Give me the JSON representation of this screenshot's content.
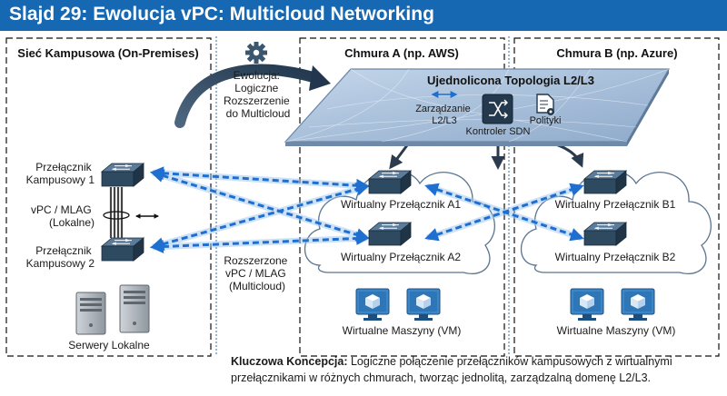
{
  "title": "Slajd 29: Ewolucja vPC: Multicloud Networking",
  "colors": {
    "title_bar": "#1668b3",
    "link_blue": "#1f6fd1",
    "switch_fill": "#2e4a61",
    "vm_blue": "#3a86c8",
    "cloud_stroke": "#5b7590",
    "plane_fill": "#9fb9d6"
  },
  "sections": {
    "campus": "Sieć Kampusowa (On-Premises)",
    "cloud_a": "Chmura A (np. AWS)",
    "cloud_b": "Chmura B (np. Azure)"
  },
  "evolution": {
    "icon": "gear-icon",
    "lines": [
      "Ewolucja:",
      "Logiczne",
      "Rozszerzenie",
      "do Multicloud"
    ]
  },
  "topology": {
    "title": "Ujednolicona Topologia L2/L3",
    "l2l3_lines": [
      "Zarządzanie",
      "L2/L3"
    ],
    "controller": "Kontroler SDN",
    "policies": "Polityki",
    "icons": [
      "double-arrow-icon",
      "sdn-controller-icon",
      "policy-document-icon"
    ]
  },
  "campus": {
    "switch1_lines": [
      "Przełącznik",
      "Kampusowy 1"
    ],
    "switch2_lines": [
      "Przełącznik",
      "Kampusowy 2"
    ],
    "vpc_lines": [
      "vPC / MLAG",
      "(Lokalne)"
    ],
    "servers": "Serwery Lokalne"
  },
  "extended": {
    "lines": [
      "Rozszerzone",
      "vPC / MLAG",
      "(Multicloud)"
    ]
  },
  "cloud_a": {
    "switch1": "Wirtualny Przełącznik A1",
    "switch2": "Wirtualny Przełącznik A2",
    "vms": "Wirtualne Maszyny (VM)"
  },
  "cloud_b": {
    "switch1": "Wirtualny Przełącznik B1",
    "switch2": "Wirtualny Przełącznik B2",
    "vms": "Wirtualne Maszyny (VM)"
  },
  "concept": {
    "bold": "Kluczowa Koncepcja:",
    "line1": " Logiczne połączenie przełączników kampusowych z wirtualnymi",
    "line2": "przełącznikami w różnych chmurach, tworząc jednolitą, zarządzalną domenę L2/L3."
  }
}
